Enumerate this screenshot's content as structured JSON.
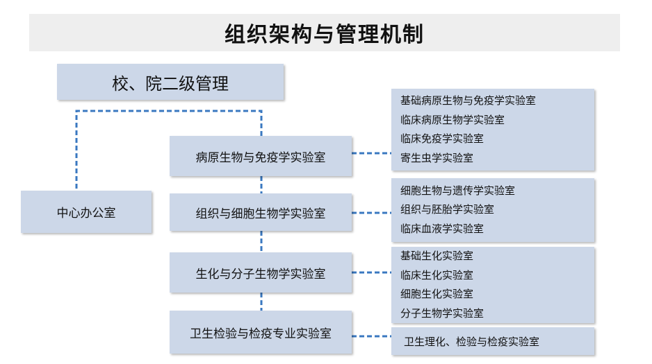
{
  "title": "组织架构与管理机制",
  "top": "校、院二级管理",
  "office": "中心办公室",
  "labs": [
    {
      "name": "病原生物与免疫学实验室",
      "subs": [
        "基础病原生物与免疫学实验室",
        "临床病原生物学实验室",
        "临床免疫学实验室",
        "寄生虫学实验室"
      ]
    },
    {
      "name": "组织与细胞生物学实验室",
      "subs": [
        "细胞生物与遗传学实验室",
        "组织与胚胎学实验室",
        "临床血液学实验室"
      ]
    },
    {
      "name": "生化与分子生物学实验室",
      "subs": [
        "基础生化实验室",
        "临床生化实验室",
        "细胞生化实验室",
        "分子生物学实验室"
      ]
    },
    {
      "name": "卫生检验与检疫专业实验室",
      "subs": [
        "卫生理化、检验与检疫实验室"
      ]
    }
  ],
  "colors": {
    "box": "#ccd7e8",
    "connector": "#3a78c0",
    "title_bg": "#eeeeee"
  }
}
